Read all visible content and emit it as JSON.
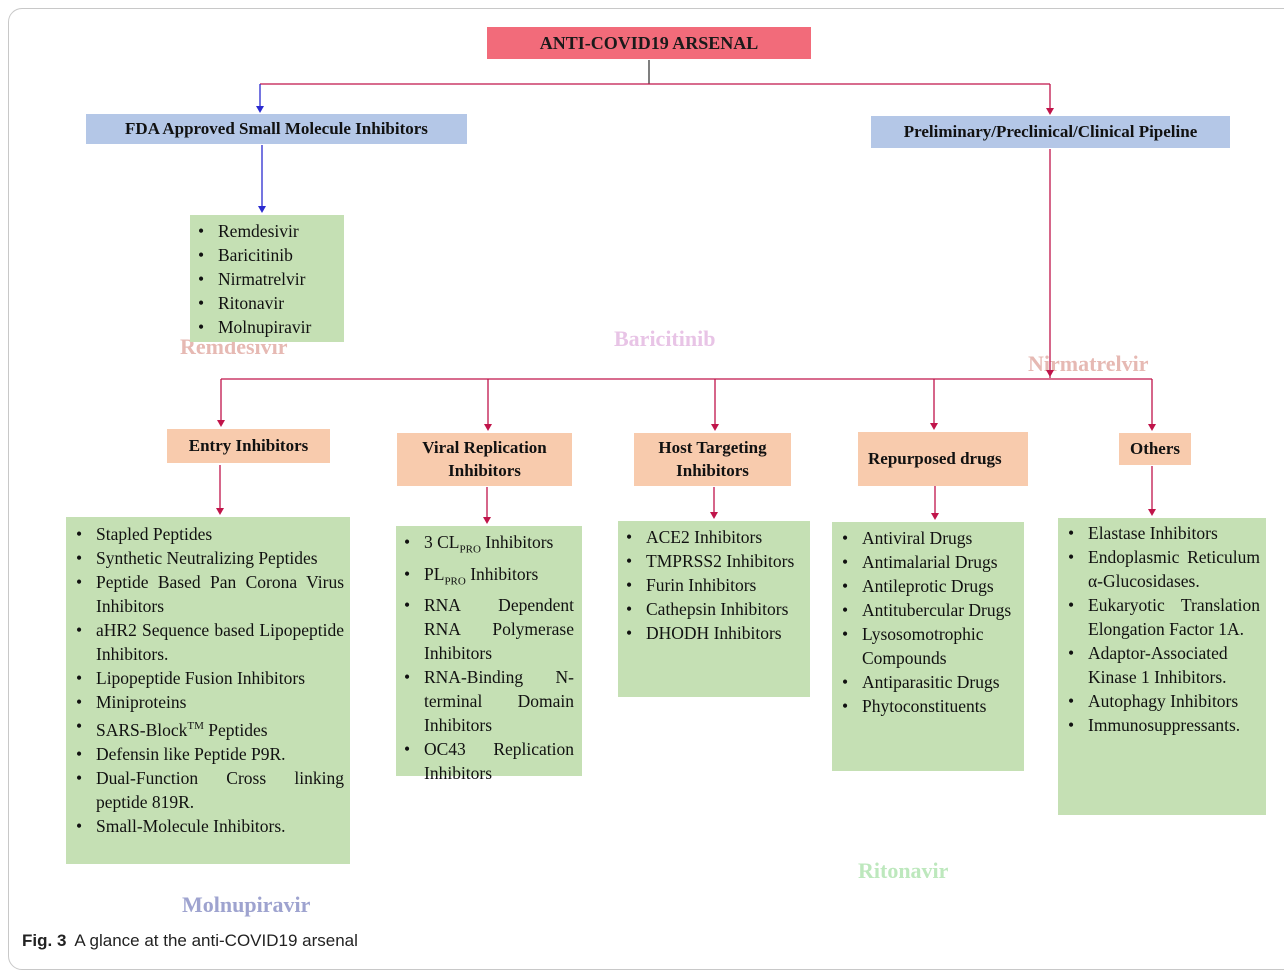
{
  "watermarks": {
    "remdesivir": "Remdesivir",
    "baricitinib": "Baricitinib",
    "nirmatrelvir": "Nirmatrelvir",
    "ritonavir": "Ritonavir",
    "molnupiravir": "Molnupiravir"
  },
  "root": "ANTI-COVID19 ARSENAL",
  "branches": {
    "fda": "FDA Approved Small Molecule Inhibitors",
    "pipeline": "Preliminary/Preclinical/Clinical Pipeline"
  },
  "fda_list": [
    "Remdesivir",
    "Baricitinib",
    "Nirmatrelvir",
    "Ritonavir",
    "Molnupiravir"
  ],
  "categories": {
    "entry": "Entry Inhibitors",
    "viral": "Viral Replication Inhibitors",
    "host": "Host Targeting Inhibitors",
    "repurposed": "Repurposed drugs",
    "others": "Others"
  },
  "entry_list": [
    "Stapled Peptides",
    "Synthetic Neutralizing Peptides",
    "Peptide Based Pan Corona Virus Inhibitors",
    "aHR2 Sequence based Lipopeptide Inhibitors.",
    "Lipopeptide Fusion Inhibitors",
    "Miniproteins",
    "SARS-Block",
    "Defensin like Peptide P9R.",
    "Dual-Function Cross linking peptide 819R.",
    "Small-Molecule Inhibitors."
  ],
  "entry_sars_block": {
    "prefix": "SARS-Block",
    "sup": "TM",
    "suffix": " Peptides"
  },
  "viral_list": {
    "cl_pro": {
      "prefix": "3 CL",
      "sub": "PRO",
      "suffix": " Inhibitors"
    },
    "pl_pro": {
      "prefix": "PL",
      "sub": "PRO",
      "suffix": " Inhibitors"
    },
    "rdrp": "RNA Dependent RNA Polymerase Inhibitors",
    "rna_binding": "RNA-Binding N-terminal Domain Inhibitors",
    "oc43": "OC43 Replication Inhibitors"
  },
  "host_list": [
    "ACE2 Inhibitors",
    "TMPRSS2 Inhibitors",
    "Furin Inhibitors",
    "Cathepsin Inhibitors",
    "DHODH Inhibitors"
  ],
  "repurposed_list": [
    "Antiviral Drugs",
    "Antimalarial Drugs",
    "Antileprotic Drugs",
    "Antitubercular Drugs",
    "Lysosomotrophic Compounds",
    "Antiparasitic Drugs",
    "Phytoconstituents"
  ],
  "others_list": [
    "Elastase Inhibitors",
    "Endoplasmic Reticulum α-Glucosidases.",
    "Eukaryotic Translation Elongation Factor 1A.",
    "Adaptor-Associated Kinase 1 Inhibitors.",
    "Autophagy Inhibitors",
    "Immunosuppressants."
  ],
  "caption": {
    "label": "Fig. 3",
    "text": "A glance at the anti-COVID19 arsenal"
  },
  "colors": {
    "root": "#f26b7a",
    "branch": "#b4c7e7",
    "category": "#f8cbad",
    "list": "#c5e0b4",
    "connector_dark": "#3a3a3a",
    "connector_red": "#c0144a",
    "connector_blue": "#2b2bd0"
  }
}
